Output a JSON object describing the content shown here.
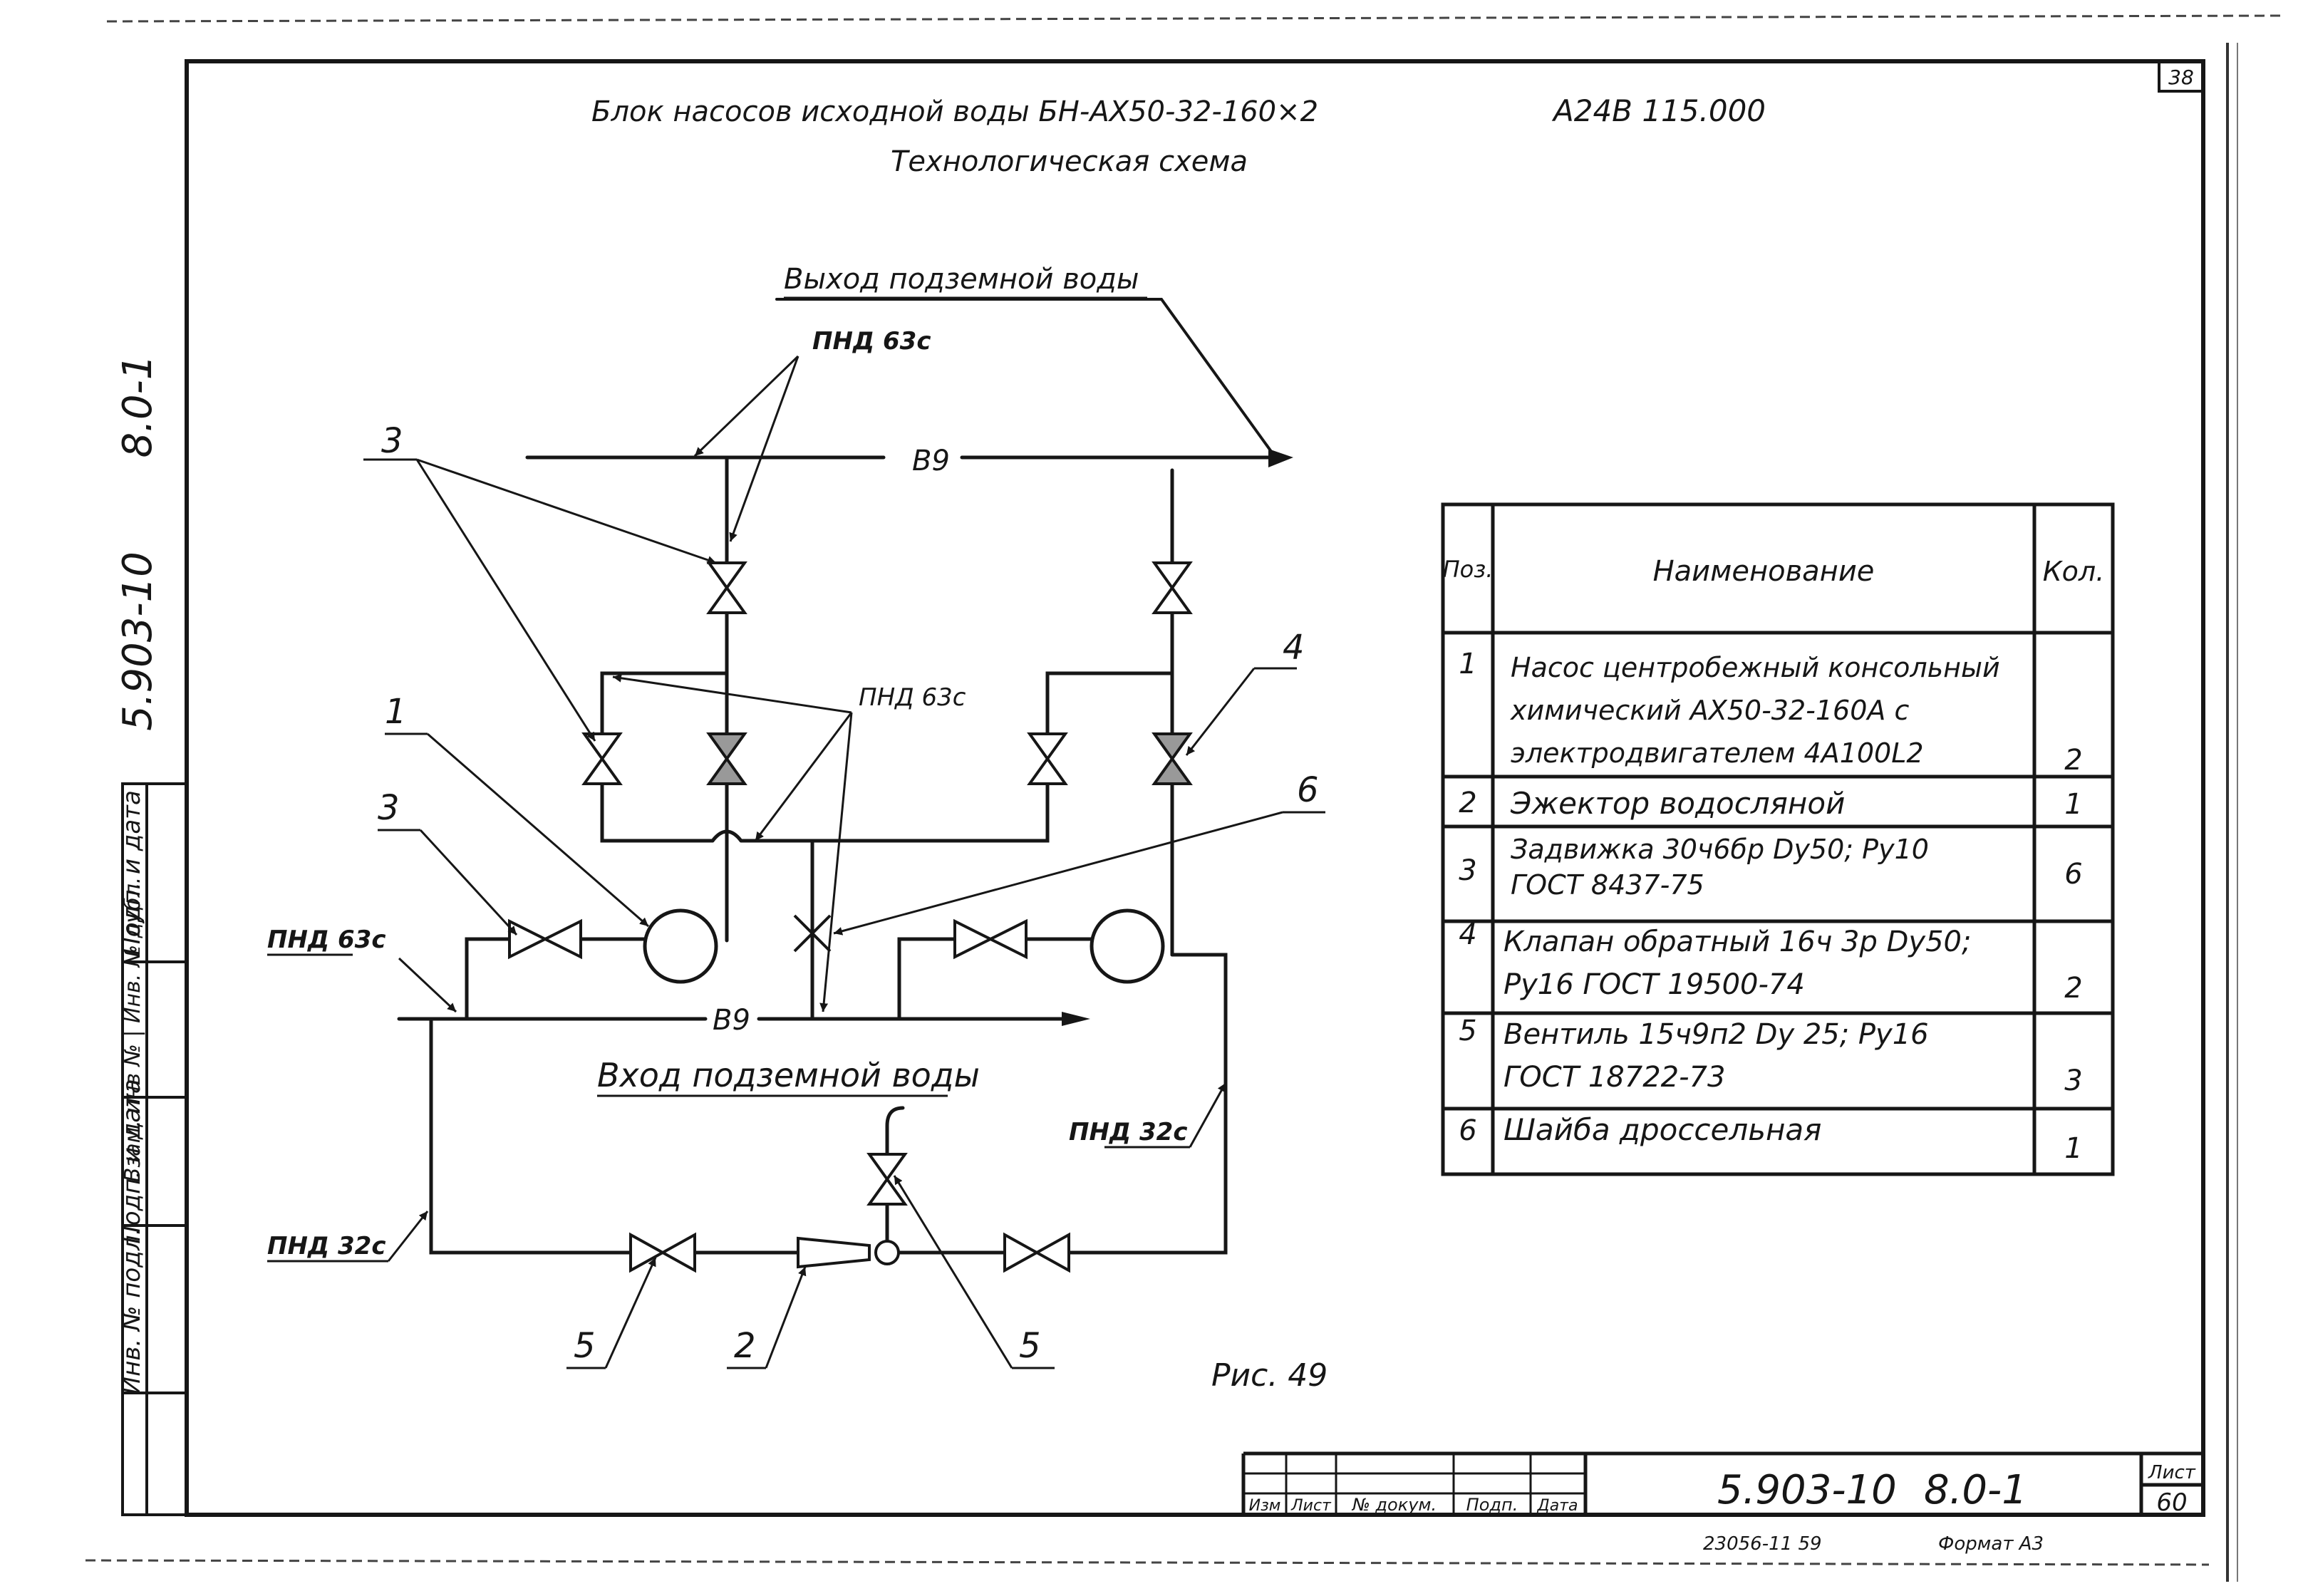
{
  "sheet_corner_number": "38",
  "header": {
    "title": "Блок насосов исходной воды БН-АХ50-32-160×2",
    "code": "А24В 115.000",
    "subtitle": "Технологическая схема"
  },
  "side_labels": {
    "designation_top": "8.0-1",
    "designation_mid": "5.903-10"
  },
  "left_strip": {
    "rows": [
      "Подп. и дата",
      "Взам. инв № | Инв. № дубл.",
      "Подп. и дата",
      "Инв. № подл."
    ]
  },
  "diagram": {
    "outlet_label": "Выход подземной воды",
    "inlet_label": "Вход подземной воды",
    "line_code_top": "В9",
    "line_code_bottom": "В9",
    "pipe_labels": {
      "pnd63_top": "ПНД 63с",
      "pnd63_mid": "ПНД 63с",
      "pnd63_left": "ПНД 63с",
      "pnd32_right": "ПНД 32с",
      "pnd32_left": "ПНД 32с"
    },
    "callouts": {
      "c3_top": "3",
      "c1": "1",
      "c3_left": "3",
      "c4": "4",
      "c6": "6",
      "c5_left": "5",
      "c2": "2",
      "c5_right": "5"
    },
    "figure_caption": "Рис. 49"
  },
  "spec_table": {
    "headers": {
      "pos": "Поз.",
      "name": "Наименование",
      "qty": "Кол."
    },
    "rows": [
      {
        "pos": "1",
        "lines": [
          "Насос центробежный консольный",
          "химический АХ50-32-160А с",
          "электродвигателем 4А100L2"
        ],
        "qty": "2"
      },
      {
        "pos": "2",
        "lines": [
          "Эжектор водосляной"
        ],
        "qty": "1"
      },
      {
        "pos": "3",
        "lines": [
          "Задвижка 30ч6бр Dу50; Ру10",
          "ГОСТ 8437-75"
        ],
        "qty": "6"
      },
      {
        "pos": "4",
        "lines": [
          "Клапан обратный 16ч 3р Dу50;",
          "Ру16 ГОСТ 19500-74"
        ],
        "qty": "2"
      },
      {
        "pos": "5",
        "lines": [
          "Вентиль 15ч9п2 Dу 25; Ру16",
          "ГОСТ 18722-73"
        ],
        "qty": "3"
      },
      {
        "pos": "6",
        "lines": [
          "Шайба дроссельная"
        ],
        "qty": "1"
      }
    ]
  },
  "title_block": {
    "columns": [
      "Изм",
      "Лист",
      "№ докум.",
      "Подп.",
      "Дата"
    ],
    "doc_number": "5.903-10",
    "doc_part": "8.0-1",
    "sheet_label": "Лист",
    "sheet_number": "60",
    "footer_text": "23056-11 59",
    "format_text": "Формат А3"
  }
}
